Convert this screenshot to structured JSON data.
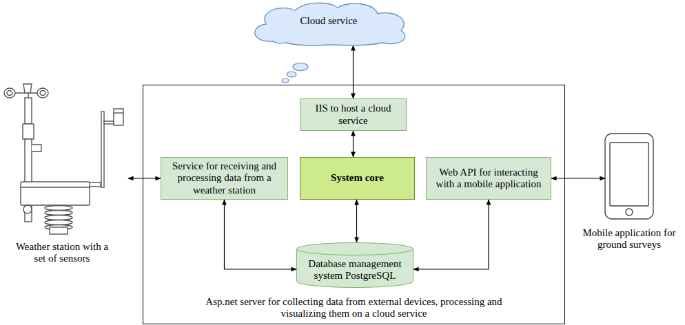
{
  "diagram": {
    "nodes": [
      {
        "text": [
          "Cloud service"
        ]
      },
      {
        "text": [
          "Weather station with a set of sensors"
        ]
      },
      {
        "text": [
          "Asp.net server for collecting data from external devices, processing and visualizing them on a cloud service"
        ]
      },
      {
        "text": [
          "IIS to host a cloud service"
        ],
        "in": 2
      },
      {
        "text": [
          "Service for receiving and processing data from a weather station"
        ],
        "in": 2
      },
      {
        "text": [
          "System core"
        ],
        "in": 2
      },
      {
        "text": [
          "Web API for interacting with a mobile application"
        ],
        "in": 2
      },
      {
        "text": [
          "Database management system PostgreSQL"
        ],
        "in": 2
      },
      {
        "text": [
          "Mobile application for ground surveys"
        ]
      }
    ],
    "edges": [
      {
        "from": 0,
        "to": 3,
        "arrow": "both"
      },
      {
        "from": 3,
        "to": 5,
        "arrow": "both"
      },
      {
        "from": 1,
        "to": 4,
        "arrow": "both"
      },
      {
        "from": 4,
        "to": 7,
        "arrow": "both"
      },
      {
        "from": 5,
        "to": 7,
        "arrow": "both"
      },
      {
        "from": 6,
        "to": 7,
        "arrow": "both"
      },
      {
        "from": 6,
        "to": 8,
        "arrow": "both"
      }
    ]
  }
}
